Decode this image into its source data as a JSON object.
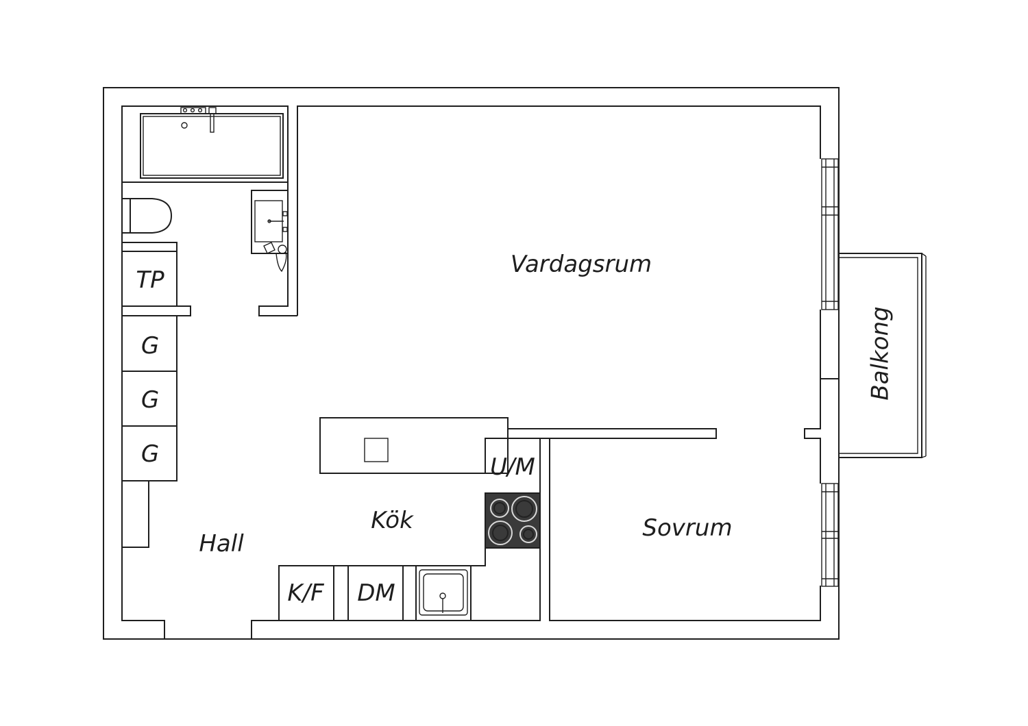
{
  "floorplan": {
    "rooms": {
      "living_room": "Vardagsrum",
      "bedroom": "Sovrum",
      "kitchen": "Kök",
      "hall": "Hall",
      "balcony": "Balkong"
    },
    "units": {
      "toilet_paper": "TP",
      "wardrobe_1": "G",
      "wardrobe_2": "G",
      "wardrobe_3": "G",
      "oven_micro": "U/M",
      "fridge_freezer": "K/F",
      "dishwasher": "DM"
    },
    "colors": {
      "line": "#1e1e1e",
      "background": "#ffffff",
      "stove": "#3a3a3a"
    }
  }
}
